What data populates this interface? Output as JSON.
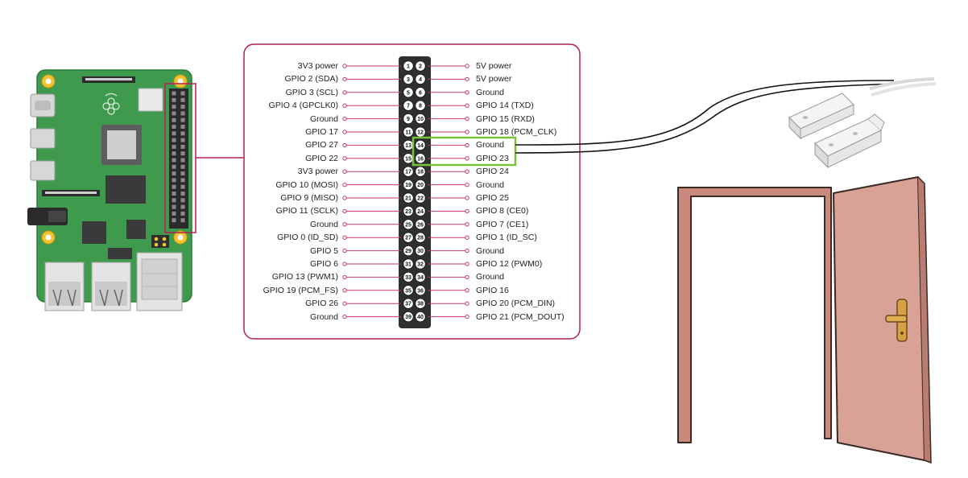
{
  "colors": {
    "panel_border": "#b5204f",
    "lead": "#c23a5e",
    "header_body": "#2f2f2f",
    "pin_fill": "#ffffff",
    "highlight": "#7cc041",
    "board_green": "#3f9a4d",
    "door_fill": "#d9a297",
    "frame_fill": "#c9897c",
    "sensor_body": "#f2f2f2",
    "handle": "#d7a043"
  },
  "pinout": {
    "left": [
      {
        "pin": "1",
        "label": "3V3 power"
      },
      {
        "pin": "3",
        "label": "GPIO 2 (SDA)"
      },
      {
        "pin": "5",
        "label": "GPIO 3 (SCL)"
      },
      {
        "pin": "7",
        "label": "GPIO 4 (GPCLK0)"
      },
      {
        "pin": "9",
        "label": "Ground"
      },
      {
        "pin": "11",
        "label": "GPIO 17"
      },
      {
        "pin": "13",
        "label": "GPIO 27"
      },
      {
        "pin": "15",
        "label": "GPIO 22"
      },
      {
        "pin": "17",
        "label": "3V3 power"
      },
      {
        "pin": "19",
        "label": "GPIO 10 (MOSI)"
      },
      {
        "pin": "21",
        "label": "GPIO 9 (MISO)"
      },
      {
        "pin": "23",
        "label": "GPIO 11 (SCLK)"
      },
      {
        "pin": "25",
        "label": "Ground"
      },
      {
        "pin": "27",
        "label": "GPIO 0 (ID_SD)"
      },
      {
        "pin": "29",
        "label": "GPIO 5"
      },
      {
        "pin": "31",
        "label": "GPIO 6"
      },
      {
        "pin": "33",
        "label": "GPIO 13 (PWM1)"
      },
      {
        "pin": "35",
        "label": "GPIO 19 (PCM_FS)"
      },
      {
        "pin": "37",
        "label": "GPIO 26"
      },
      {
        "pin": "39",
        "label": "Ground"
      }
    ],
    "right": [
      {
        "pin": "2",
        "label": "5V power"
      },
      {
        "pin": "4",
        "label": "5V power"
      },
      {
        "pin": "6",
        "label": "Ground"
      },
      {
        "pin": "8",
        "label": "GPIO 14 (TXD)"
      },
      {
        "pin": "10",
        "label": "GPIO 15 (RXD)"
      },
      {
        "pin": "12",
        "label": "GPIO 18 (PCM_CLK)"
      },
      {
        "pin": "14",
        "label": "Ground"
      },
      {
        "pin": "16",
        "label": "GPIO 23"
      },
      {
        "pin": "18",
        "label": "GPIO 24"
      },
      {
        "pin": "20",
        "label": "Ground"
      },
      {
        "pin": "22",
        "label": "GPIO 25"
      },
      {
        "pin": "24",
        "label": "GPIO 8 (CE0)"
      },
      {
        "pin": "26",
        "label": "GPIO 7 (CE1)"
      },
      {
        "pin": "28",
        "label": "GPIO 1 (ID_SC)"
      },
      {
        "pin": "30",
        "label": "Ground"
      },
      {
        "pin": "32",
        "label": "GPIO 12 (PWM0)"
      },
      {
        "pin": "34",
        "label": "Ground"
      },
      {
        "pin": "36",
        "label": "GPIO 16"
      },
      {
        "pin": "38",
        "label": "GPIO 20 (PCM_DIN)"
      },
      {
        "pin": "40",
        "label": "GPIO 21 (PCM_DOUT)"
      }
    ],
    "highlighted_pins": [
      "14",
      "16"
    ]
  }
}
